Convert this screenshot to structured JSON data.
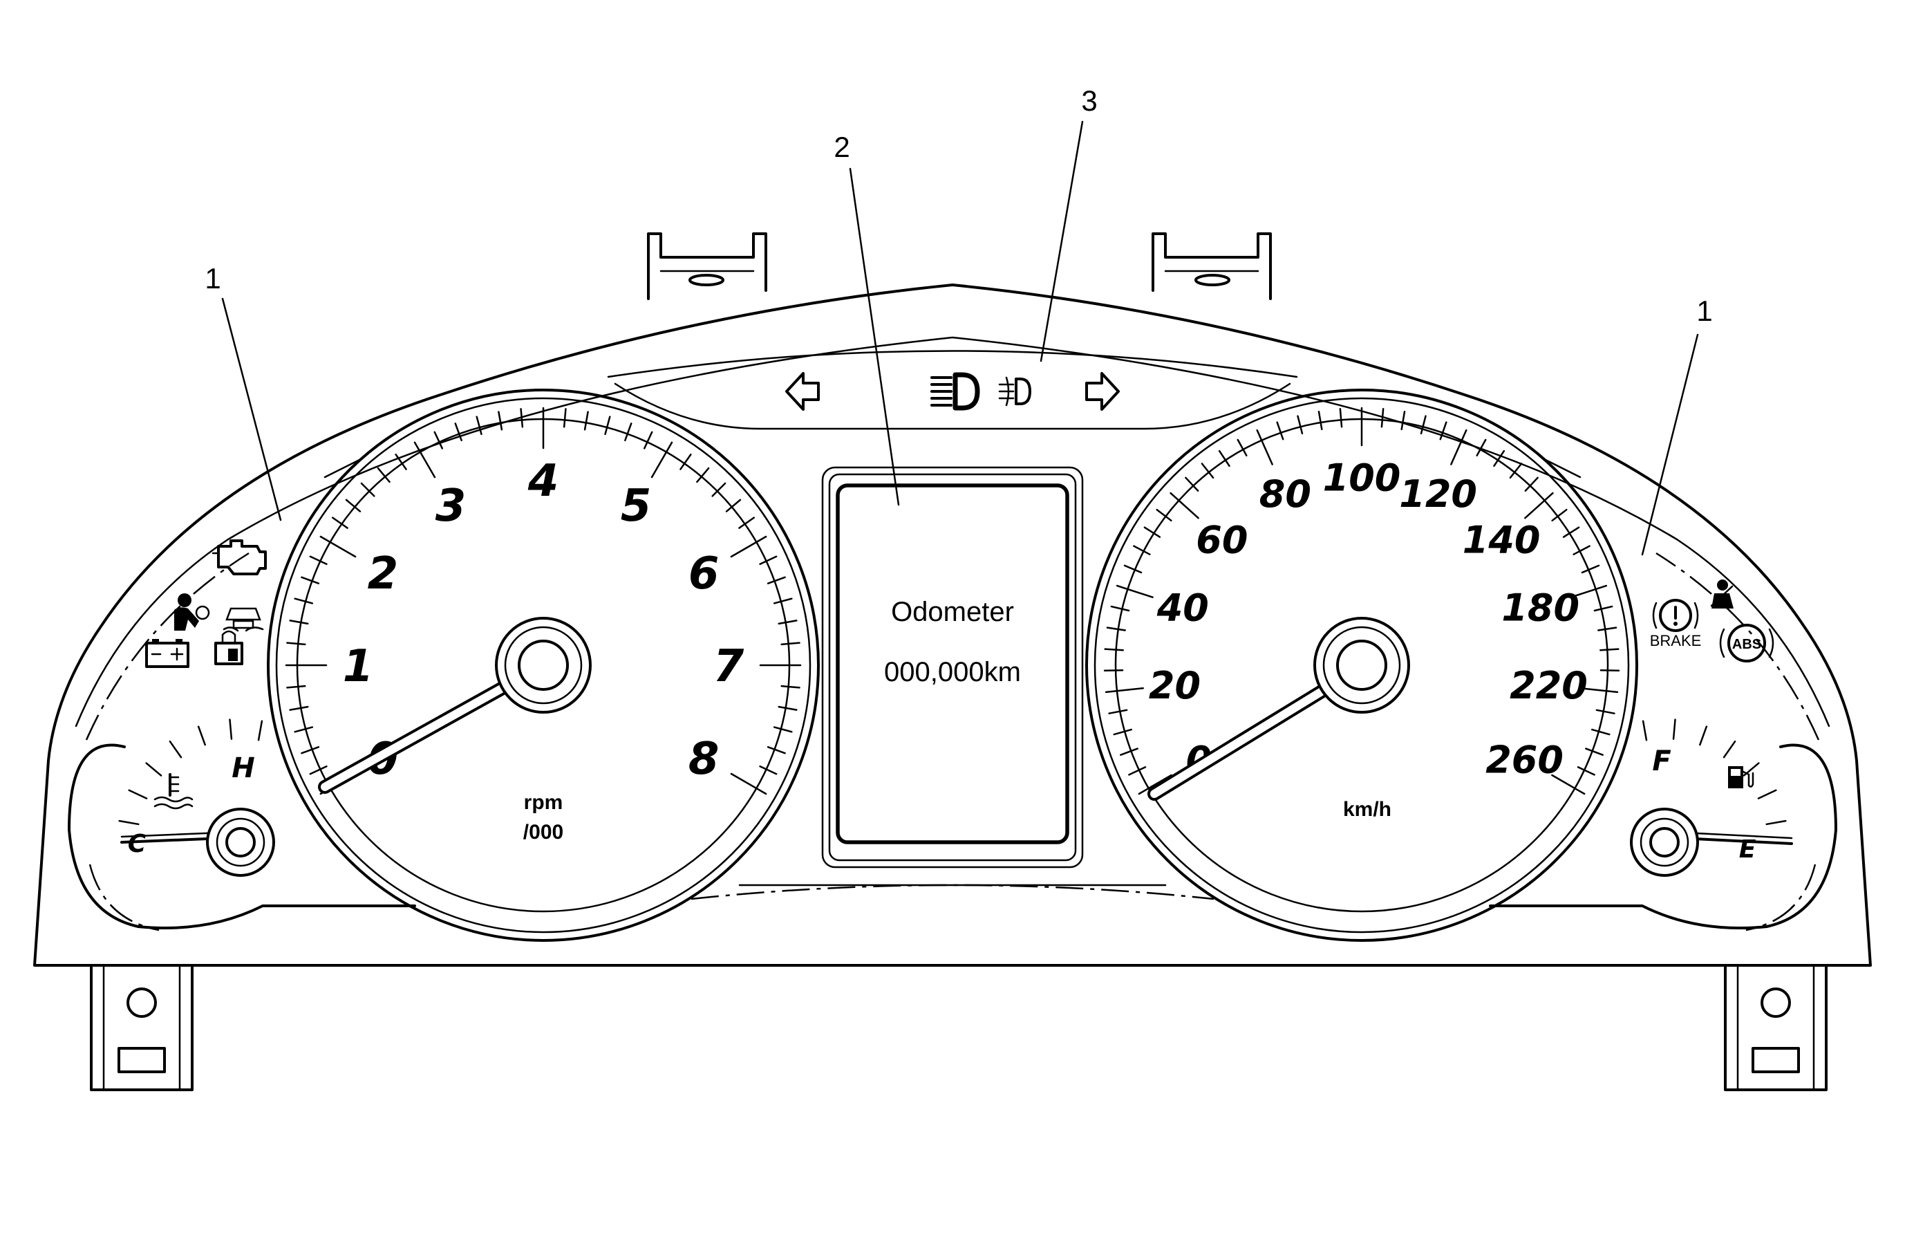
{
  "callouts": [
    "1",
    "2",
    "3",
    "1"
  ],
  "tachometer": {
    "numbers": [
      "0",
      "1",
      "2",
      "3",
      "4",
      "5",
      "6",
      "7",
      "8"
    ],
    "unit_line1": "rpm",
    "unit_line2": "/000"
  },
  "speedometer": {
    "numbers": [
      "0",
      "20",
      "40",
      "60",
      "80",
      "100",
      "120",
      "140",
      "180",
      "220",
      "260"
    ],
    "unit": "km/h"
  },
  "odometer_display": {
    "label": "Odometer",
    "value": "000,000km"
  },
  "temperature_gauge": {
    "low": "C",
    "high": "H"
  },
  "fuel_gauge": {
    "full": "F",
    "empty": "E"
  },
  "warning_labels": {
    "brake": "BRAKE",
    "abs": "ABS"
  },
  "icons": [
    "turn-left-arrow-icon",
    "headlight-icon",
    "fog-light-icon",
    "turn-right-arrow-icon",
    "check-engine-icon",
    "airbag-icon",
    "traction-control-icon",
    "battery-icon",
    "security-lock-icon",
    "coolant-temperature-icon",
    "brake-warning-icon",
    "seatbelt-icon",
    "abs-icon",
    "fuel-pump-icon"
  ]
}
